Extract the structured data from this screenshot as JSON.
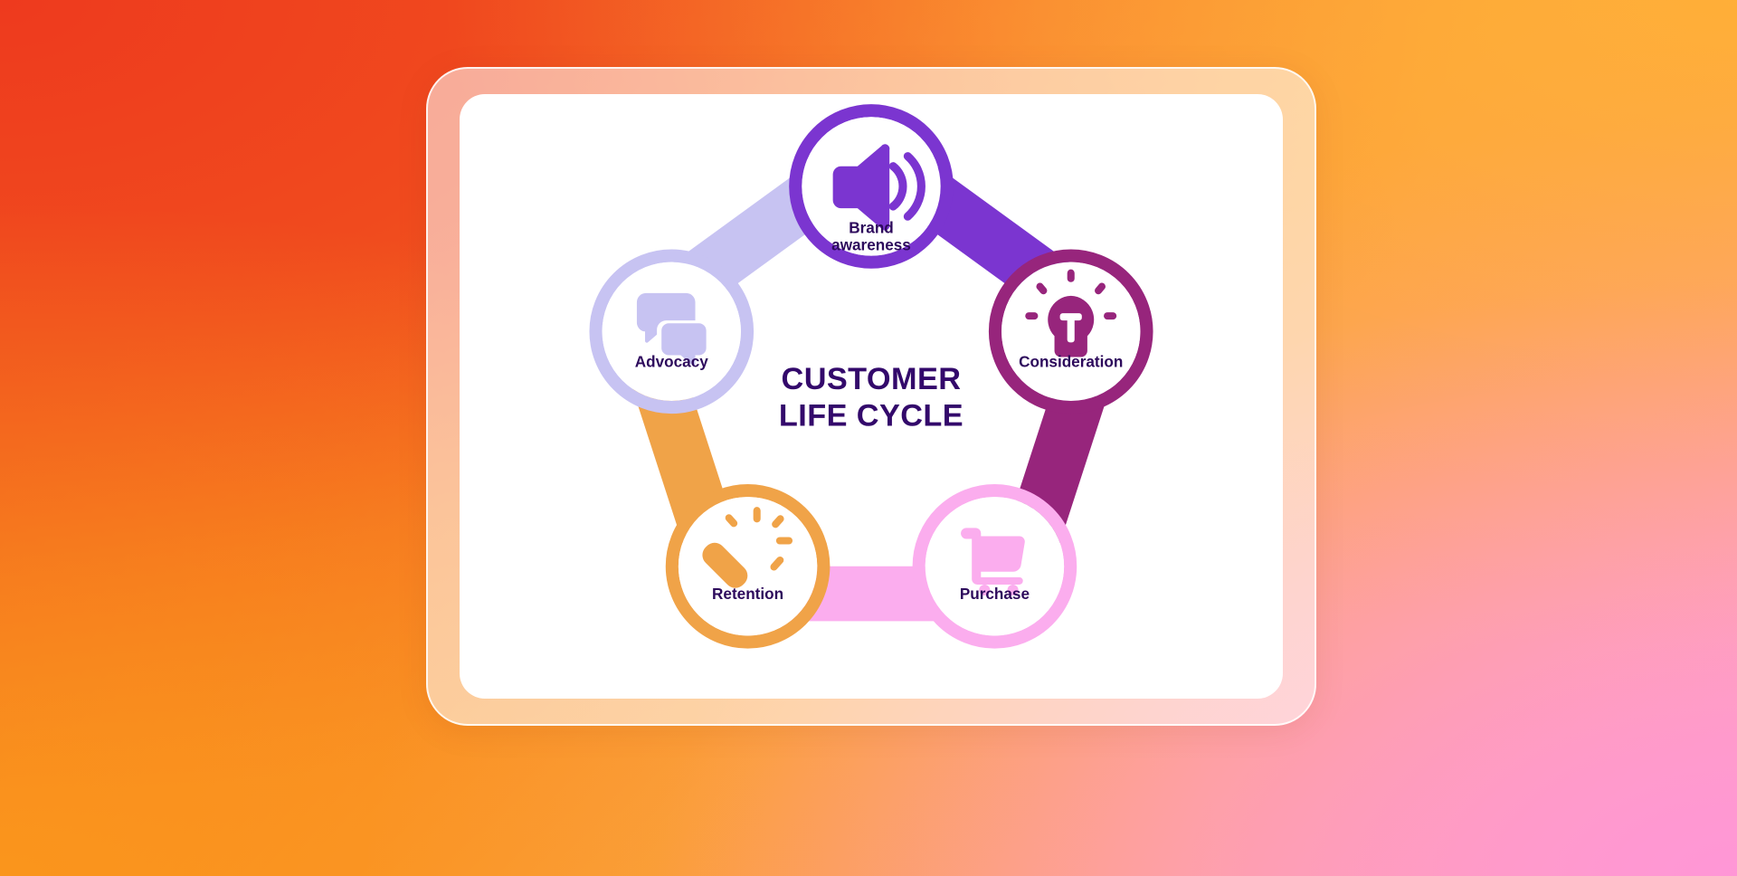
{
  "background": {
    "type": "four-corner-gradient",
    "top_left": "#ee3a1e",
    "top_right": "#ffa33c",
    "bottom_left": "#f89420",
    "bottom_right": "#ffa3d4"
  },
  "card": {
    "frame_fill": "#ffffff8c",
    "inner_fill": "#ffffff",
    "corner_radius": "46px"
  },
  "diagram": {
    "center_title_line1": "CUSTOMER",
    "center_title_line2": "LIFE CYCLE",
    "center_title_color": "#33096b",
    "label_color": "#2d0a5c",
    "type": "pentagon-cycle",
    "node_count": 5,
    "nodes": [
      {
        "id": "brand-awareness",
        "label_line1": "Brand",
        "label_line2": "awareness",
        "icon": "speaker-volume-icon",
        "color": "#7b35d0",
        "position": "top"
      },
      {
        "id": "consideration",
        "label_line1": "Consideration",
        "label_line2": "",
        "icon": "lightbulb-icon",
        "color": "#97257c",
        "position": "right"
      },
      {
        "id": "purchase",
        "label_line1": "Purchase",
        "label_line2": "",
        "icon": "shopping-cart-icon",
        "color": "#fbadee",
        "position": "bottom-right"
      },
      {
        "id": "retention",
        "label_line1": "Retention",
        "label_line2": "",
        "icon": "magic-wand-icon",
        "color": "#f0a348",
        "position": "bottom-left"
      },
      {
        "id": "advocacy",
        "label_line1": "Advocacy",
        "label_line2": "",
        "icon": "chat-bubbles-icon",
        "color": "#c7c3f2",
        "position": "left"
      }
    ],
    "segments": [
      {
        "id": "segment-advocacy-to-brand",
        "from": "advocacy",
        "to": "brand-awareness",
        "color": "#7b35d0"
      },
      {
        "id": "segment-brand-to-consideration",
        "from": "brand-awareness",
        "to": "consideration",
        "color": "#97257c"
      },
      {
        "id": "segment-consideration-to-purchase",
        "from": "consideration",
        "to": "purchase",
        "color": "#fbadee"
      },
      {
        "id": "segment-purchase-to-retention",
        "from": "purchase",
        "to": "retention",
        "color": "#f0a348"
      },
      {
        "id": "segment-retention-to-advocacy",
        "from": "retention",
        "to": "advocacy",
        "color": "#c7c3f2"
      }
    ]
  }
}
